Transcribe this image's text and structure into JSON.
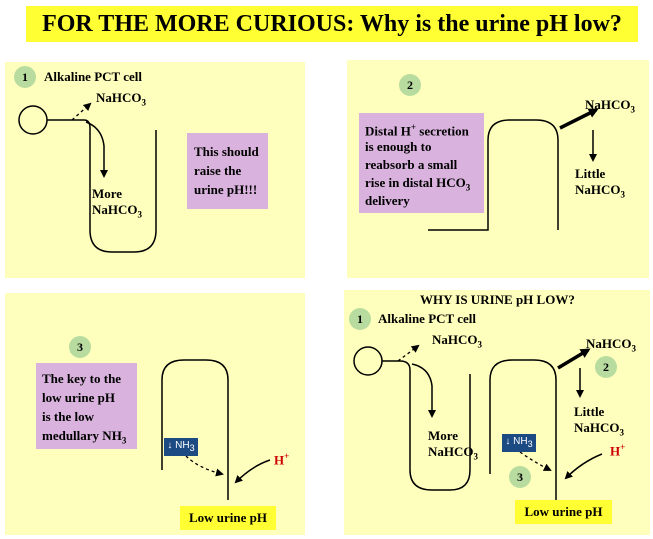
{
  "title": "FOR THE MORE CURIOUS: Why is the urine pH low?",
  "panel1": {
    "badge": "1",
    "heading": "Alkaline PCT cell",
    "nahco3_label": "NaHCO",
    "nahco3_sub": "3",
    "more_label": "More",
    "more_nahco3": "NaHCO",
    "more_sub": "3",
    "note_lines": [
      "This should",
      "raise the",
      "urine pH!!!"
    ]
  },
  "panel2": {
    "badge": "2",
    "note_line1_pre": "Distal H",
    "note_line1_sup": "+",
    "note_line1_post": " secretion",
    "note_line2": "is enough to",
    "note_line3": "reabsorb a small",
    "note_line4_pre": "rise in distal HCO",
    "note_line4_sub": "3",
    "note_line5": "delivery",
    "nahco3_label": "NaHCO",
    "nahco3_sub": "3",
    "little_label": "Little",
    "little_nahco3": "NaHCO",
    "little_sub": "3"
  },
  "panel3": {
    "badge": "3",
    "note_lines": [
      "The key to the",
      "low urine pH",
      "is the low"
    ],
    "note_line4_pre": "medullary NH",
    "note_line4_sub": "3",
    "nh3_arrow": "↓",
    "nh3_text": "NH",
    "nh3_sub": "3",
    "h_label": "H",
    "h_sup": "+",
    "result": "Low urine pH"
  },
  "panel4": {
    "heading": "WHY IS URINE pH LOW?",
    "badge1": "1",
    "pct_label": "Alkaline PCT cell",
    "nahco3_label": "NaHCO",
    "nahco3_sub": "3",
    "more_label": "More",
    "more_nahco3": "NaHCO",
    "more_sub": "3",
    "nahco3_right": "NaHCO",
    "nahco3_right_sub": "3",
    "badge2": "2",
    "little_label": "Little",
    "little_nahco3": "NaHCO",
    "little_sub": "3",
    "nh3_arrow": "↓",
    "nh3_text": "NH",
    "nh3_sub": "3",
    "badge3": "3",
    "h_label": "H",
    "h_sup": "+",
    "result": "Low urine pH"
  },
  "colors": {
    "title_bg": "#ffff33",
    "panel_bg": "#ffffbd",
    "note_bg": "#d9b3de",
    "badge_bg": "#b8dc9f",
    "nh3_bg": "#1c4a82",
    "h_color": "#cc0000"
  }
}
